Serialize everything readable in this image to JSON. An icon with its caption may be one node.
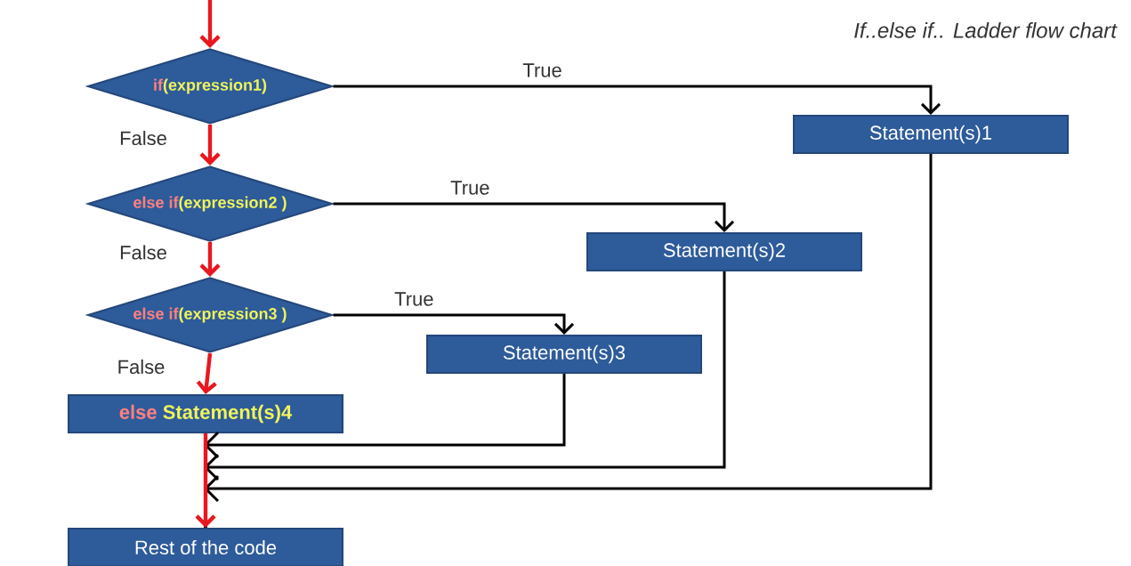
{
  "diagram": {
    "title": "If..else if.. Ladder flow chart",
    "nodes": [
      {
        "text": [
          "if",
          "(expression1)"
        ]
      },
      {
        "text": [
          "Statement(s)1"
        ]
      },
      {
        "text": [
          "else if",
          "(expression2 )"
        ]
      },
      {
        "text": [
          "Statement(s)2"
        ]
      },
      {
        "text": [
          "else if",
          "(expression3 )"
        ]
      },
      {
        "text": [
          "Statement(s)3"
        ]
      },
      {
        "text": [
          "else",
          "Statement(s)4"
        ]
      },
      {
        "text": [
          "Rest of the code"
        ]
      }
    ],
    "edges": [
      {
        "from": null,
        "to": 0,
        "arrow": "to",
        "color": "#e8171f"
      },
      {
        "from": 0,
        "to": 1,
        "arrow": "to",
        "label": "True"
      },
      {
        "from": 0,
        "to": 2,
        "arrow": "to",
        "label": "False",
        "color": "#e8171f"
      },
      {
        "from": 2,
        "to": 3,
        "arrow": "to",
        "label": "True"
      },
      {
        "from": 2,
        "to": 4,
        "arrow": "to",
        "label": "False",
        "color": "#e8171f"
      },
      {
        "from": 4,
        "to": 5,
        "arrow": "to",
        "label": "True"
      },
      {
        "from": 4,
        "to": 6,
        "arrow": "to",
        "label": "False",
        "color": "#e8171f"
      },
      {
        "from": 6,
        "to": 7,
        "arrow": "to",
        "color": "#e8171f"
      },
      {
        "from": 5,
        "to": 7,
        "arrow": "to"
      },
      {
        "from": 3,
        "to": 7,
        "arrow": "to"
      },
      {
        "from": 1,
        "to": 7,
        "arrow": "to"
      }
    ]
  }
}
